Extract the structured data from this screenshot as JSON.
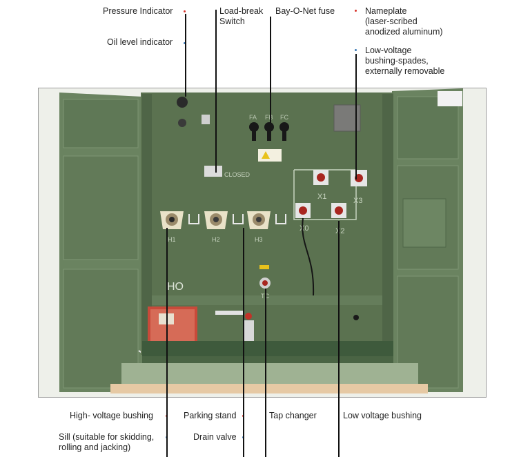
{
  "callouts": {
    "pressure_indicator": "Pressure Indicator",
    "oil_level_indicator": "Oil level indicator",
    "load_break_switch": "Load-break\nSwitch",
    "bay_o_net_fuse": "Bay-O-Net fuse",
    "nameplate": "Nameplate\n(laser-scribed\nanodized aluminum)",
    "low_voltage_spades": "Low-voltage\nbushing-spades,\nexternally removable",
    "high_voltage_bushing": "High- voltage bushing",
    "parking_stand": "Parking stand",
    "tap_changer": "Tap changer",
    "low_voltage_bushing": "Low voltage bushing",
    "sill": "Sill (suitable for skidding,\nrolling and jacking)",
    "drain_valve": "Drain valve"
  },
  "photo_markings": {
    "fa": "FA",
    "fb": "FB",
    "fc": "FC",
    "closed": "CLOSED",
    "h1": "H1",
    "h2": "H2",
    "h3": "H3",
    "x0": "X0",
    "x1": "X1",
    "x2": "X2",
    "x3": "X3",
    "ho": "HO",
    "tc": "TC"
  },
  "colors": {
    "cabinet_green": "#5c7352",
    "door_green": "#6a8360",
    "accent_red": "#d8332a",
    "accent_blue": "#3a78b5"
  }
}
